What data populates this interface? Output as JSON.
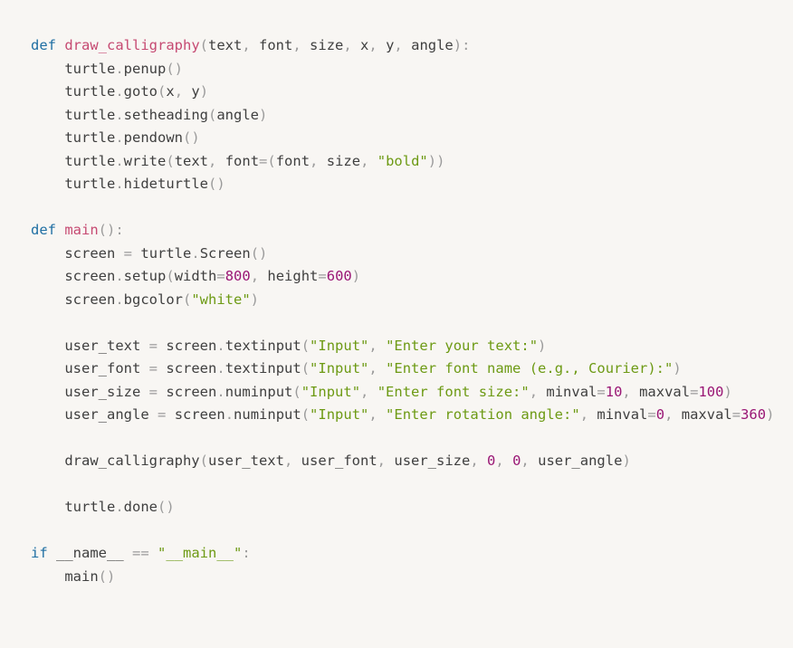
{
  "colors": {
    "background": "#f8f6f3",
    "keyword": "#1f6fa3",
    "function_name": "#c64a72",
    "string": "#6d9a14",
    "number": "#9a1775",
    "punctuation": "#9b9b9b",
    "identifier": "#3f3f3f"
  },
  "code": {
    "lines": [
      [
        [
          "kw",
          "def"
        ],
        [
          "ws",
          " "
        ],
        [
          "fn",
          "draw_calligraphy"
        ],
        [
          "punc",
          "("
        ],
        [
          "id",
          "text"
        ],
        [
          "punc",
          ","
        ],
        [
          "ws",
          " "
        ],
        [
          "id",
          "font"
        ],
        [
          "punc",
          ","
        ],
        [
          "ws",
          " "
        ],
        [
          "id",
          "size"
        ],
        [
          "punc",
          ","
        ],
        [
          "ws",
          " "
        ],
        [
          "id",
          "x"
        ],
        [
          "punc",
          ","
        ],
        [
          "ws",
          " "
        ],
        [
          "id",
          "y"
        ],
        [
          "punc",
          ","
        ],
        [
          "ws",
          " "
        ],
        [
          "id",
          "angle"
        ],
        [
          "punc",
          "):"
        ]
      ],
      [
        [
          "ws",
          "    "
        ],
        [
          "id",
          "turtle"
        ],
        [
          "punc",
          "."
        ],
        [
          "id",
          "penup"
        ],
        [
          "punc",
          "()"
        ]
      ],
      [
        [
          "ws",
          "    "
        ],
        [
          "id",
          "turtle"
        ],
        [
          "punc",
          "."
        ],
        [
          "id",
          "goto"
        ],
        [
          "punc",
          "("
        ],
        [
          "id",
          "x"
        ],
        [
          "punc",
          ","
        ],
        [
          "ws",
          " "
        ],
        [
          "id",
          "y"
        ],
        [
          "punc",
          ")"
        ]
      ],
      [
        [
          "ws",
          "    "
        ],
        [
          "id",
          "turtle"
        ],
        [
          "punc",
          "."
        ],
        [
          "id",
          "setheading"
        ],
        [
          "punc",
          "("
        ],
        [
          "id",
          "angle"
        ],
        [
          "punc",
          ")"
        ]
      ],
      [
        [
          "ws",
          "    "
        ],
        [
          "id",
          "turtle"
        ],
        [
          "punc",
          "."
        ],
        [
          "id",
          "pendown"
        ],
        [
          "punc",
          "()"
        ]
      ],
      [
        [
          "ws",
          "    "
        ],
        [
          "id",
          "turtle"
        ],
        [
          "punc",
          "."
        ],
        [
          "id",
          "write"
        ],
        [
          "punc",
          "("
        ],
        [
          "id",
          "text"
        ],
        [
          "punc",
          ","
        ],
        [
          "ws",
          " "
        ],
        [
          "id",
          "font"
        ],
        [
          "op",
          "="
        ],
        [
          "punc",
          "("
        ],
        [
          "id",
          "font"
        ],
        [
          "punc",
          ","
        ],
        [
          "ws",
          " "
        ],
        [
          "id",
          "size"
        ],
        [
          "punc",
          ","
        ],
        [
          "ws",
          " "
        ],
        [
          "str",
          "\"bold\""
        ],
        [
          "punc",
          "))"
        ]
      ],
      [
        [
          "ws",
          "    "
        ],
        [
          "id",
          "turtle"
        ],
        [
          "punc",
          "."
        ],
        [
          "id",
          "hideturtle"
        ],
        [
          "punc",
          "()"
        ]
      ],
      [],
      [
        [
          "kw",
          "def"
        ],
        [
          "ws",
          " "
        ],
        [
          "fn",
          "main"
        ],
        [
          "punc",
          "():"
        ]
      ],
      [
        [
          "ws",
          "    "
        ],
        [
          "id",
          "screen"
        ],
        [
          "ws",
          " "
        ],
        [
          "op",
          "="
        ],
        [
          "ws",
          " "
        ],
        [
          "id",
          "turtle"
        ],
        [
          "punc",
          "."
        ],
        [
          "id",
          "Screen"
        ],
        [
          "punc",
          "()"
        ]
      ],
      [
        [
          "ws",
          "    "
        ],
        [
          "id",
          "screen"
        ],
        [
          "punc",
          "."
        ],
        [
          "id",
          "setup"
        ],
        [
          "punc",
          "("
        ],
        [
          "id",
          "width"
        ],
        [
          "op",
          "="
        ],
        [
          "num",
          "800"
        ],
        [
          "punc",
          ","
        ],
        [
          "ws",
          " "
        ],
        [
          "id",
          "height"
        ],
        [
          "op",
          "="
        ],
        [
          "num",
          "600"
        ],
        [
          "punc",
          ")"
        ]
      ],
      [
        [
          "ws",
          "    "
        ],
        [
          "id",
          "screen"
        ],
        [
          "punc",
          "."
        ],
        [
          "id",
          "bgcolor"
        ],
        [
          "punc",
          "("
        ],
        [
          "str",
          "\"white\""
        ],
        [
          "punc",
          ")"
        ]
      ],
      [],
      [
        [
          "ws",
          "    "
        ],
        [
          "id",
          "user_text"
        ],
        [
          "ws",
          " "
        ],
        [
          "op",
          "="
        ],
        [
          "ws",
          " "
        ],
        [
          "id",
          "screen"
        ],
        [
          "punc",
          "."
        ],
        [
          "id",
          "textinput"
        ],
        [
          "punc",
          "("
        ],
        [
          "str",
          "\"Input\""
        ],
        [
          "punc",
          ","
        ],
        [
          "ws",
          " "
        ],
        [
          "str",
          "\"Enter your text:\""
        ],
        [
          "punc",
          ")"
        ]
      ],
      [
        [
          "ws",
          "    "
        ],
        [
          "id",
          "user_font"
        ],
        [
          "ws",
          " "
        ],
        [
          "op",
          "="
        ],
        [
          "ws",
          " "
        ],
        [
          "id",
          "screen"
        ],
        [
          "punc",
          "."
        ],
        [
          "id",
          "textinput"
        ],
        [
          "punc",
          "("
        ],
        [
          "str",
          "\"Input\""
        ],
        [
          "punc",
          ","
        ],
        [
          "ws",
          " "
        ],
        [
          "str",
          "\"Enter font name (e.g., Courier):\""
        ],
        [
          "punc",
          ")"
        ]
      ],
      [
        [
          "ws",
          "    "
        ],
        [
          "id",
          "user_size"
        ],
        [
          "ws",
          " "
        ],
        [
          "op",
          "="
        ],
        [
          "ws",
          " "
        ],
        [
          "id",
          "screen"
        ],
        [
          "punc",
          "."
        ],
        [
          "id",
          "numinput"
        ],
        [
          "punc",
          "("
        ],
        [
          "str",
          "\"Input\""
        ],
        [
          "punc",
          ","
        ],
        [
          "ws",
          " "
        ],
        [
          "str",
          "\"Enter font size:\""
        ],
        [
          "punc",
          ","
        ],
        [
          "ws",
          " "
        ],
        [
          "id",
          "minval"
        ],
        [
          "op",
          "="
        ],
        [
          "num",
          "10"
        ],
        [
          "punc",
          ","
        ],
        [
          "ws",
          " "
        ],
        [
          "id",
          "maxval"
        ],
        [
          "op",
          "="
        ],
        [
          "num",
          "100"
        ],
        [
          "punc",
          ")"
        ]
      ],
      [
        [
          "ws",
          "    "
        ],
        [
          "id",
          "user_angle"
        ],
        [
          "ws",
          " "
        ],
        [
          "op",
          "="
        ],
        [
          "ws",
          " "
        ],
        [
          "id",
          "screen"
        ],
        [
          "punc",
          "."
        ],
        [
          "id",
          "numinput"
        ],
        [
          "punc",
          "("
        ],
        [
          "str",
          "\"Input\""
        ],
        [
          "punc",
          ","
        ],
        [
          "ws",
          " "
        ],
        [
          "str",
          "\"Enter rotation angle:\""
        ],
        [
          "punc",
          ","
        ],
        [
          "ws",
          " "
        ],
        [
          "id",
          "minval"
        ],
        [
          "op",
          "="
        ],
        [
          "num",
          "0"
        ],
        [
          "punc",
          ","
        ],
        [
          "ws",
          " "
        ],
        [
          "id",
          "maxval"
        ],
        [
          "op",
          "="
        ],
        [
          "num",
          "360"
        ],
        [
          "punc",
          ")"
        ]
      ],
      [],
      [
        [
          "ws",
          "    "
        ],
        [
          "id",
          "draw_calligraphy"
        ],
        [
          "punc",
          "("
        ],
        [
          "id",
          "user_text"
        ],
        [
          "punc",
          ","
        ],
        [
          "ws",
          " "
        ],
        [
          "id",
          "user_font"
        ],
        [
          "punc",
          ","
        ],
        [
          "ws",
          " "
        ],
        [
          "id",
          "user_size"
        ],
        [
          "punc",
          ","
        ],
        [
          "ws",
          " "
        ],
        [
          "num",
          "0"
        ],
        [
          "punc",
          ","
        ],
        [
          "ws",
          " "
        ],
        [
          "num",
          "0"
        ],
        [
          "punc",
          ","
        ],
        [
          "ws",
          " "
        ],
        [
          "id",
          "user_angle"
        ],
        [
          "punc",
          ")"
        ]
      ],
      [],
      [
        [
          "ws",
          "    "
        ],
        [
          "id",
          "turtle"
        ],
        [
          "punc",
          "."
        ],
        [
          "id",
          "done"
        ],
        [
          "punc",
          "()"
        ]
      ],
      [],
      [
        [
          "kw",
          "if"
        ],
        [
          "ws",
          " "
        ],
        [
          "id",
          "__name__"
        ],
        [
          "ws",
          " "
        ],
        [
          "op",
          "=="
        ],
        [
          "ws",
          " "
        ],
        [
          "str",
          "\"__main__\""
        ],
        [
          "punc",
          ":"
        ]
      ],
      [
        [
          "ws",
          "    "
        ],
        [
          "id",
          "main"
        ],
        [
          "punc",
          "()"
        ]
      ]
    ]
  }
}
